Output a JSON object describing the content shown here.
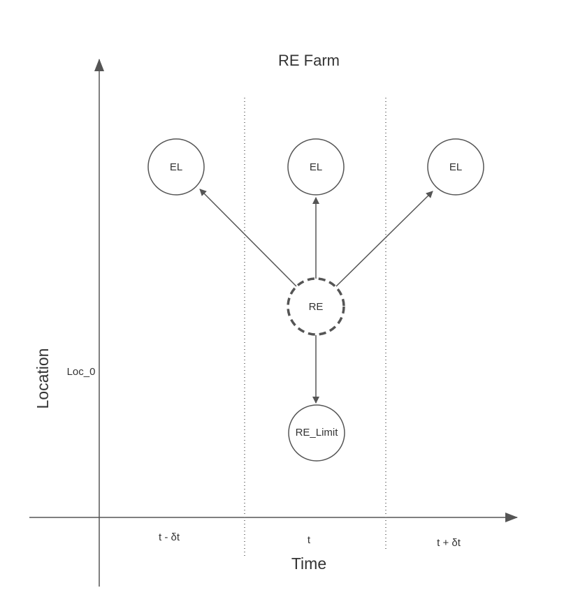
{
  "diagram": {
    "title": "RE Farm",
    "y_axis_label": "Location",
    "x_axis_label": "Time",
    "location_tick": "Loc_0",
    "time_ticks": {
      "before": "t - δt",
      "current": "t",
      "after": "t + δt"
    },
    "nodes": {
      "el_left": "EL",
      "el_center": "EL",
      "el_right": "EL",
      "re": "RE",
      "re_limit": "RE_Limit"
    },
    "colors": {
      "stroke": "#555555",
      "text": "#333333",
      "divider": "#888888"
    }
  }
}
